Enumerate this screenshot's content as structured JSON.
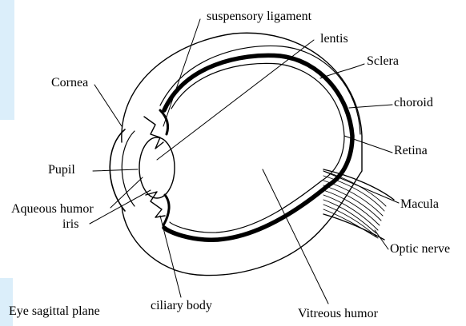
{
  "labels": {
    "suspensory_ligament": "suspensory ligament",
    "lentis": "lentis",
    "sclera": "Sclera",
    "cornea": "Cornea",
    "choroid": "choroid",
    "retina": "Retina",
    "pupil": "Pupil",
    "aqueous_humor": "Aqueous humor",
    "macula": "Macula",
    "iris": "iris",
    "optic_nerve": "Optic nerve",
    "ciliary_body": "ciliary body",
    "vitreous_humor": "Vitreous humor"
  },
  "caption": "Eye sagittal plane",
  "colors": {
    "line": "#000000",
    "background": "#ffffff",
    "accent": "#dbeefa"
  }
}
